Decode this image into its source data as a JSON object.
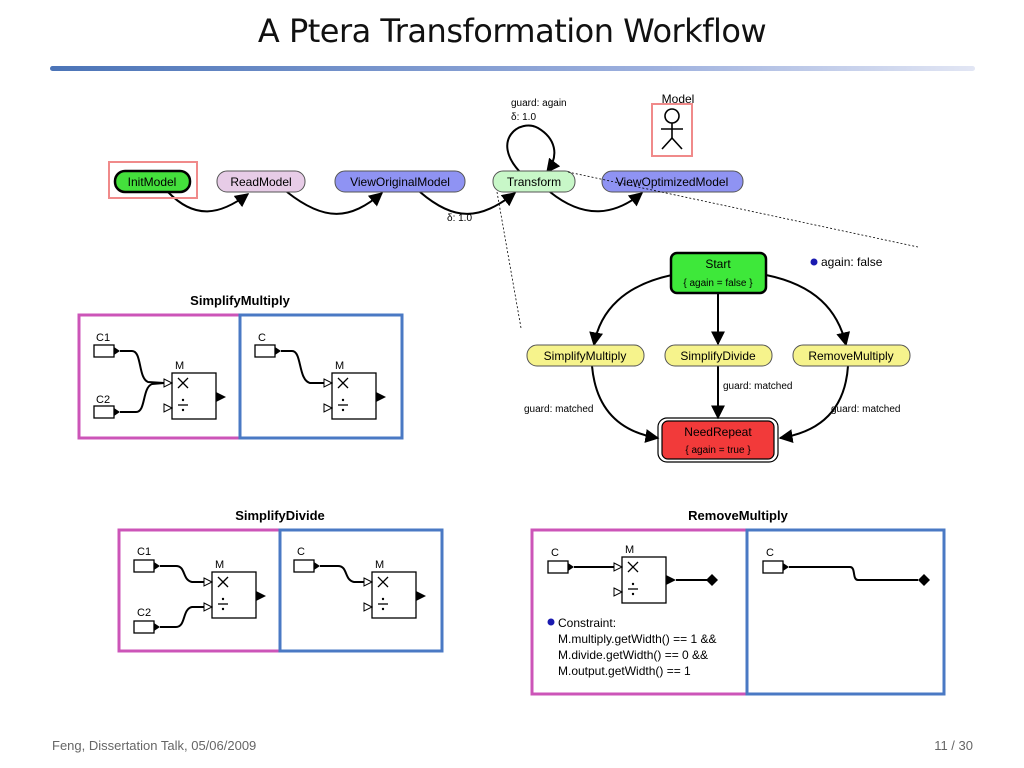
{
  "slide": {
    "title": "A Ptera Transformation Workflow",
    "footer_left": "Feng, Dissertation Talk, 05/06/2009",
    "page": "11 / 30"
  },
  "workflow": {
    "nodes": [
      "InitModel",
      "ReadModel",
      "ViewOriginalModel",
      "Transform",
      "ViewOptimizedModel"
    ],
    "self_loop_guard": "guard: again",
    "self_loop_delay": "δ: 1.0",
    "edge_delay": "δ: 1.0",
    "model_label": "Model"
  },
  "transform": {
    "start_label": "Start",
    "start_action": "{ again = false }",
    "parameter": "again: false",
    "rules": [
      "SimplifyMultiply",
      "SimplifyDivide",
      "RemoveMultiply"
    ],
    "guards": [
      "guard: matched",
      "guard: matched",
      "guard: matched"
    ],
    "end_label": "NeedRepeat",
    "end_action": "{ again = true }"
  },
  "simplify_multiply": {
    "title": "SimplifyMultiply",
    "lhs_in1": "C1",
    "lhs_in2": "C2",
    "lhs_actor": "M",
    "rhs_in": "C",
    "rhs_actor": "M"
  },
  "simplify_divide": {
    "title": "SimplifyDivide",
    "lhs_in1": "C1",
    "lhs_in2": "C2",
    "lhs_actor": "M",
    "rhs_in": "C",
    "rhs_actor": "M"
  },
  "remove_multiply": {
    "title": "RemoveMultiply",
    "lhs_in": "C",
    "lhs_actor": "M",
    "constraint_title": "Constraint:",
    "constraint_lines": [
      "M.multiply.getWidth() == 1 &&",
      "M.divide.getWidth() == 0 &&",
      "M.output.getWidth() == 1"
    ],
    "rhs_in": "C"
  },
  "colors": {
    "init": "#44e03c",
    "read": "#e7cce7",
    "view": "#8f93f3",
    "transform": "#c8f7c8",
    "start": "#3ee83a",
    "rule": "#f6f38c",
    "need_repeat": "#f23a3a",
    "highlight": "#f08a8a",
    "lhs_border": "#cc55b8",
    "rhs_border": "#4a79c4"
  },
  "icons": [
    "actor-icon",
    "multiply-icon",
    "divide-icon",
    "constant-icon"
  ]
}
